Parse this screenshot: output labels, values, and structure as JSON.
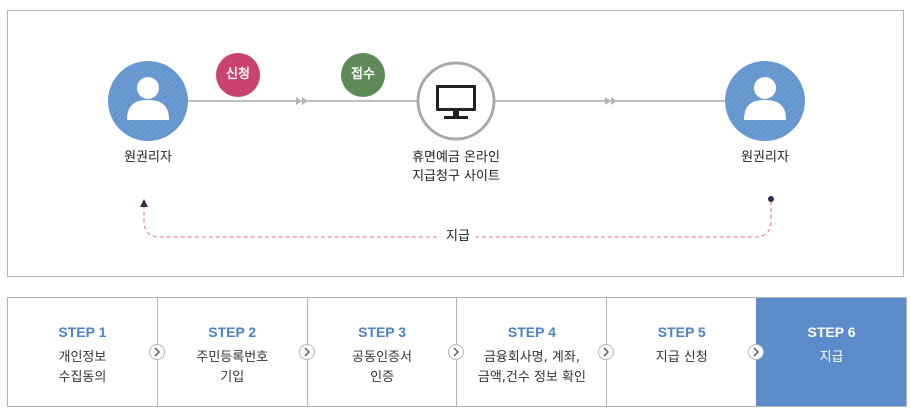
{
  "diagram": {
    "nodes": {
      "applicant_left": "원권리자",
      "site_line1": "휴면예금 온라인",
      "site_line2": "지급청구 사이트",
      "applicant_right": "원권리자"
    },
    "badges": {
      "apply": "신청",
      "receive": "접수"
    },
    "payment_label": "지급",
    "colors": {
      "person": "#6b9bd2",
      "apply_badge": "#c94270",
      "receive_badge": "#5e8a58",
      "line": "#a9a9a9",
      "dashed": "#e58aa4"
    }
  },
  "steps": [
    {
      "number": "STEP 1",
      "desc": "개인정보\n수집동의"
    },
    {
      "number": "STEP 2",
      "desc": "주민등록번호\n기입"
    },
    {
      "number": "STEP 3",
      "desc": "공동인증서\n인증"
    },
    {
      "number": "STEP 4",
      "desc": "금융회사명, 계좌,\n금액,건수 정보 확인"
    },
    {
      "number": "STEP 5",
      "desc": "지급 신청"
    },
    {
      "number": "STEP 6",
      "desc": "지급"
    }
  ],
  "active_step_color": "#5b8bc9"
}
